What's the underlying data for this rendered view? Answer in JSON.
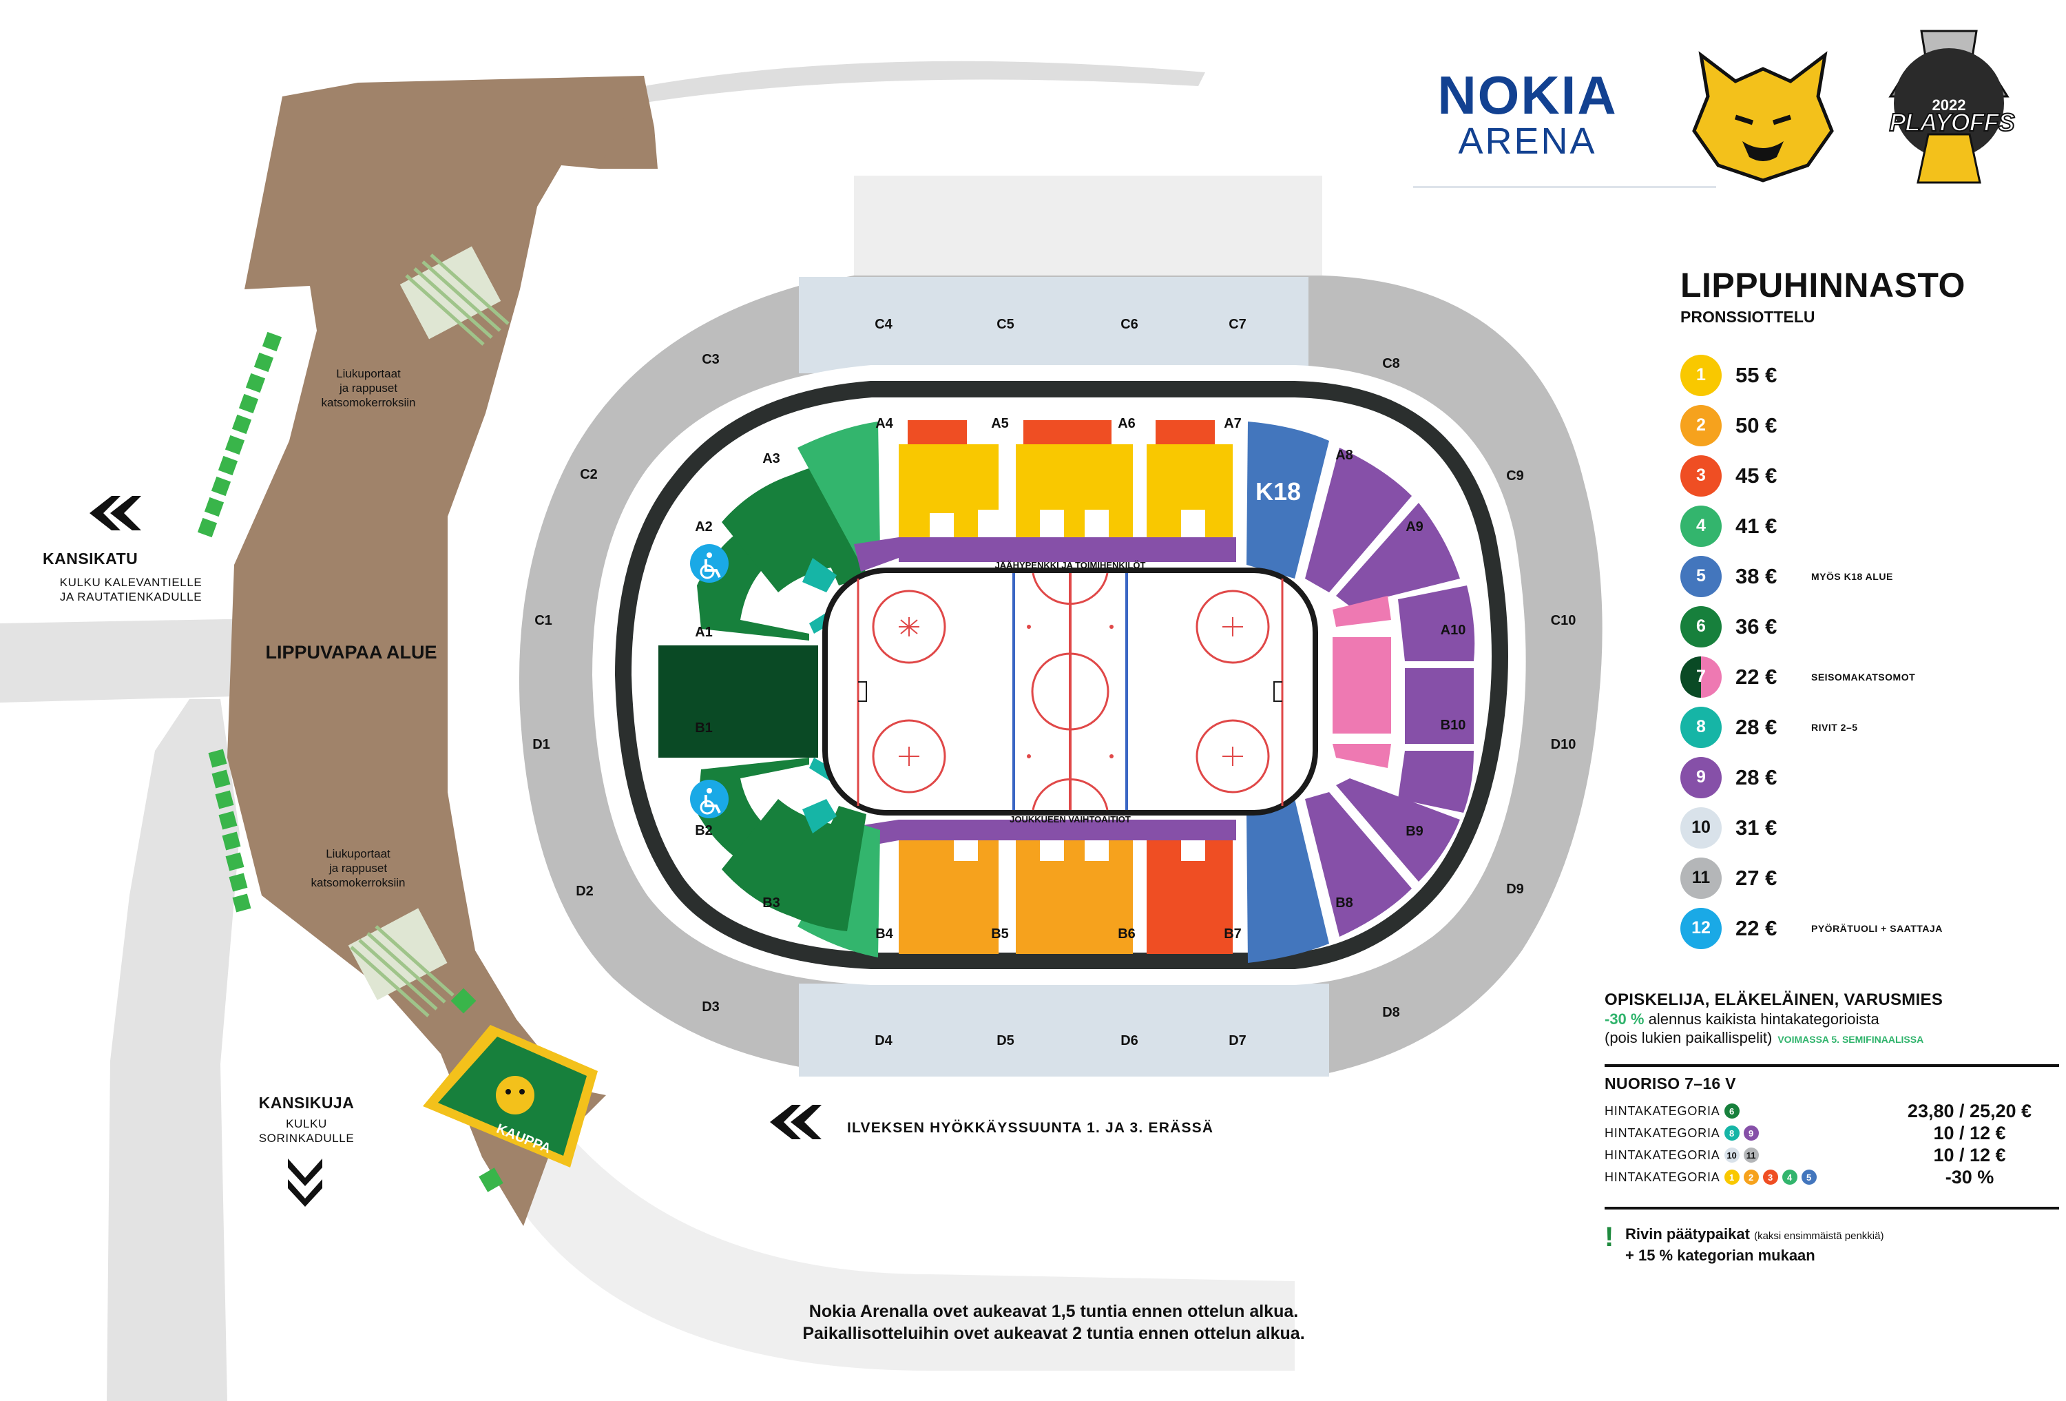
{
  "brand": {
    "venue_line1": "NOKIA",
    "venue_line2": "ARENA",
    "playoffs_year": "2022",
    "playoffs_title": "PLAYOFFS",
    "team_logo_icon": "lynx-head-logo"
  },
  "legend": {
    "title": "LIPPUHINNASTO",
    "subtitle": "PRONSSIOTTELU",
    "categories": [
      {
        "num": "1",
        "price": "55 €",
        "note": "",
        "color": "#f9c800"
      },
      {
        "num": "2",
        "price": "50 €",
        "note": "",
        "color": "#f6a21d"
      },
      {
        "num": "3",
        "price": "45 €",
        "note": "",
        "color": "#ef4e23"
      },
      {
        "num": "4",
        "price": "41 €",
        "note": "",
        "color": "#33b56d"
      },
      {
        "num": "5",
        "price": "38 €",
        "note": "MYÖS K18 ALUE",
        "color": "#4376bd"
      },
      {
        "num": "6",
        "price": "36 €",
        "note": "",
        "color": "#17803c"
      },
      {
        "num": "7",
        "price": "22 €",
        "note": "SEISOMAKATSOMOT",
        "color": "#0a4a25"
      },
      {
        "num": "8",
        "price": "28 €",
        "note": "RIVIT 2–5",
        "color": "#16b5a6"
      },
      {
        "num": "9",
        "price": "28 €",
        "note": "",
        "color": "#8650a8"
      },
      {
        "num": "10",
        "price": "31 €",
        "note": "",
        "color": "#d9e2ea"
      },
      {
        "num": "11",
        "price": "27 €",
        "note": "",
        "color": "#b4b6b8"
      },
      {
        "num": "12",
        "price": "22 €",
        "note": "PYÖRÄTUOLI + SAATTAJA",
        "color": "#1aa9e6"
      }
    ]
  },
  "discount": {
    "title": "OPISKELIJA, ELÄKELÄINEN, VARUSMIES",
    "percent": "-30 %",
    "line1": "alennus kaikista hintakategorioista",
    "line2": "(pois lukien paikallispelit)",
    "valid": "VOIMASSA 5. SEMIFINAALISSA"
  },
  "youth": {
    "title": "NUORISO 7–16 V",
    "label": "HINTAKATEGORIA",
    "rows": [
      {
        "chips": [
          "6"
        ],
        "value": "23,80 / 25,20 €"
      },
      {
        "chips": [
          "8",
          "9"
        ],
        "value": "10 / 12 €"
      },
      {
        "chips": [
          "10",
          "11"
        ],
        "value": "10 / 12 €"
      },
      {
        "chips": [
          "1",
          "2",
          "3",
          "4",
          "5"
        ],
        "value": "-30 %"
      }
    ]
  },
  "end_seats": {
    "mark": "!",
    "title": "Rivin päätypaikat",
    "small": "(kaksi ensimmäistä penkkiä)",
    "line2": "+ 15 % kategorian mukaan"
  },
  "doors": {
    "line1": "Nokia Arenalla ovet aukeavat 1,5 tuntia ennen ottelun alkua.",
    "line2": "Paikallisotteluihin ovet aukeavat 2 tuntia ennen ottelun alkua."
  },
  "map": {
    "kansikatu_title": "KANSIKATU",
    "kansikatu_sub1": "KULKU KALEVANTIELLE",
    "kansikatu_sub2": "JA RAUTATIENKADULLE",
    "kansikuja_title": "KANSIKUJA",
    "kansikuja_sub1": "KULKU",
    "kansikuja_sub2": "SORINKADULLE",
    "free_zone": "LIPPUVAPAA ALUE",
    "escalator_1": "Liukuportaat",
    "escalator_2": "ja rappuset",
    "escalator_3": "katsomokerroksiin",
    "shop": "KAUPPA",
    "attack_direction": "ILVEKSEN HYÖKKÄYSSUUNTA 1. JA 3. ERÄSSÄ",
    "penalty_bench": "JÄÄHYPENKKI JA TOIMIHENKILÖT",
    "team_bench": "JOUKKUEEN VAIHTOAITIOT",
    "k18": "K18",
    "section_labels": {
      "A1": "A1",
      "A2": "A2",
      "A3": "A3",
      "A4": "A4",
      "A5": "A5",
      "A6": "A6",
      "A7": "A7",
      "A8": "A8",
      "A9": "A9",
      "A10": "A10",
      "B1": "B1",
      "B2": "B2",
      "B3": "B3",
      "B4": "B4",
      "B5": "B5",
      "B6": "B6",
      "B7": "B7",
      "B8": "B8",
      "B9": "B9",
      "B10": "B10",
      "C1": "C1",
      "C2": "C2",
      "C3": "C3",
      "C4": "C4",
      "C5": "C5",
      "C6": "C6",
      "C7": "C7",
      "C8": "C8",
      "C9": "C9",
      "C10": "C10",
      "D1": "D1",
      "D2": "D2",
      "D3": "D3",
      "D4": "D4",
      "D5": "D5",
      "D6": "D6",
      "D7": "D7",
      "D8": "D8",
      "D9": "D9",
      "D10": "D10"
    },
    "icons": [
      "wheelchair-icon",
      "double-chevron-left-icon",
      "double-chevron-down-icon"
    ]
  }
}
